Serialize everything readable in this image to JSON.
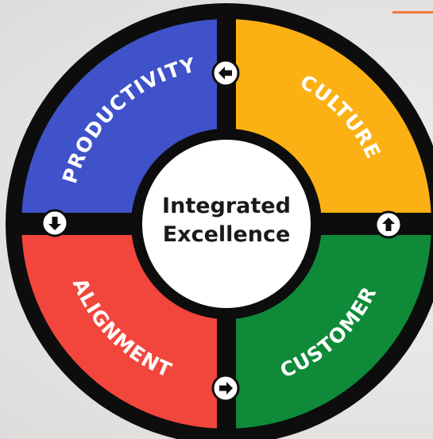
{
  "center": {
    "line1": "Integrated",
    "line2": "Excellence"
  },
  "segments": [
    {
      "key": "productivity",
      "label": "PRODUCTIVITY",
      "color": "#3f52c9"
    },
    {
      "key": "culture",
      "label": "CULTURE",
      "color": "#fbb013"
    },
    {
      "key": "customer",
      "label": "CUSTOMER",
      "color": "#0e8a39"
    },
    {
      "key": "alignment",
      "label": "ALIGNMENT",
      "color": "#f2463c"
    }
  ],
  "arrows": [
    {
      "key": "top",
      "direction": "left-arrow-icon"
    },
    {
      "key": "right",
      "direction": "up-arrow-icon"
    },
    {
      "key": "bottom",
      "direction": "right-arrow-icon"
    },
    {
      "key": "left",
      "direction": "down-arrow-icon"
    }
  ],
  "colors": {
    "ring": "#0d0d0d",
    "accent_line": "#f07a3a",
    "center_fill": "#ffffff"
  }
}
